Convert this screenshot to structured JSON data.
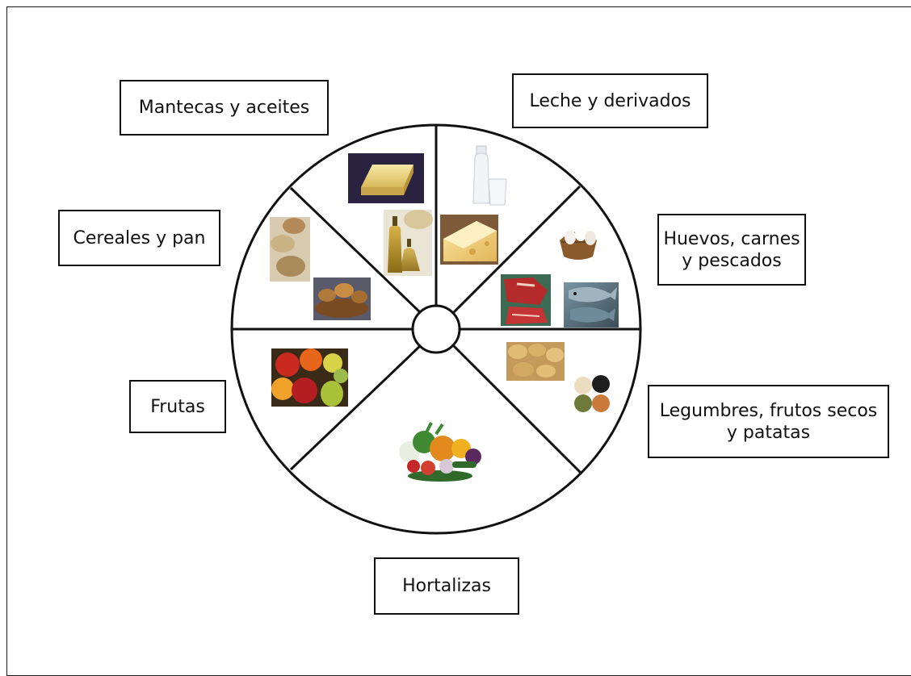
{
  "diagram": {
    "type": "food-wheel",
    "center_circle": true,
    "sectors": [
      {
        "label": "Mantecas y aceites",
        "images": [
          "butter-block",
          "oil-bottles"
        ]
      },
      {
        "label": "Leche y derivados",
        "images": [
          "milk-bottle-and-glass",
          "cheese-wedge"
        ]
      },
      {
        "label": "Huevos, carnes\ny pescados",
        "images": [
          "egg-basket",
          "raw-meat",
          "fish"
        ]
      },
      {
        "label": "Legumbres, frutos secos\ny patatas",
        "images": [
          "potatoes",
          "legumes"
        ]
      },
      {
        "label": "Hortalizas",
        "images": [
          "vegetables-pile"
        ]
      },
      {
        "label": "Frutas",
        "images": [
          "fruit-pile"
        ]
      },
      {
        "label": "Cereales y pan",
        "images": [
          "grains",
          "bread-basket"
        ]
      }
    ]
  },
  "colors": {
    "line": "#111111",
    "background": "#ffffff"
  }
}
